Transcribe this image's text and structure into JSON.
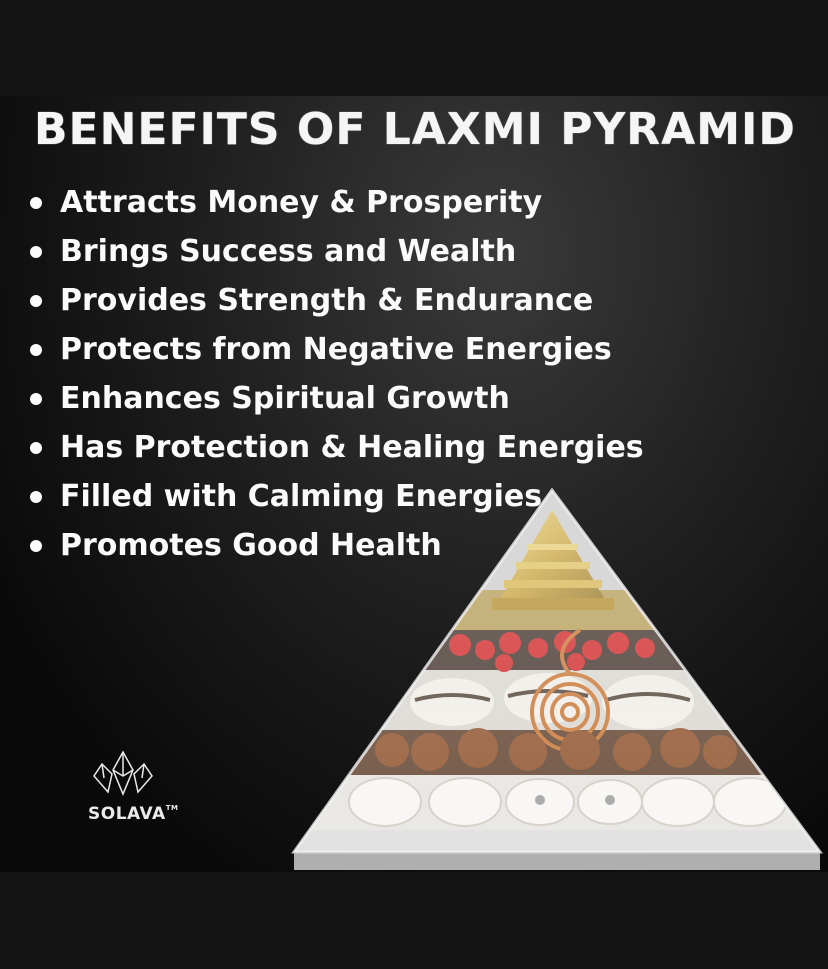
{
  "title": "BENEFITS OF LAXMI PYRAMID",
  "benefits": [
    "Attracts Money & Prosperity",
    "Brings Success and Wealth",
    "Provides Strength & Endurance",
    "Protects from Negative Energies",
    "Enhances Spiritual Growth",
    "Has Protection & Healing Energies",
    "Filled with Calming Energies",
    "Promotes Good Health"
  ],
  "brand": {
    "name": "SOLAVA",
    "trademark": "TM"
  },
  "image": {
    "subject": "laxmi-orgone-pyramid",
    "icon": "crystal-logo-icon"
  },
  "colors": {
    "background": "#121212",
    "text": "#fafafa",
    "gold": "#c9a233",
    "red_beads": "#d21f1f",
    "shells": "#f2efe8",
    "rudraksha": "#8a4a22",
    "copper": "#c8702a"
  }
}
